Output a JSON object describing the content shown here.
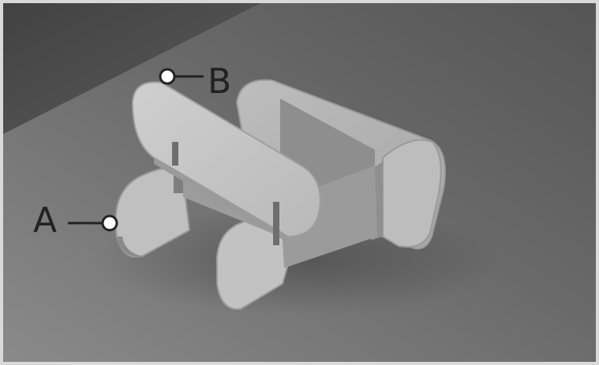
{
  "figure": {
    "callouts": [
      {
        "id": "A",
        "label": "A"
      },
      {
        "id": "B",
        "label": "B"
      }
    ]
  },
  "colors": {
    "frame": "#d9d9d9",
    "background_light": "#7a7a7a",
    "background_dark": "#4a4a4a",
    "panel_face": "#c4c4c4",
    "panel_edge": "#9a9a9a",
    "panel_shade": "#8c8c8c",
    "callout_line": "#222222",
    "callout_dot_fill": "#ffffff",
    "label_text": "#222222"
  }
}
